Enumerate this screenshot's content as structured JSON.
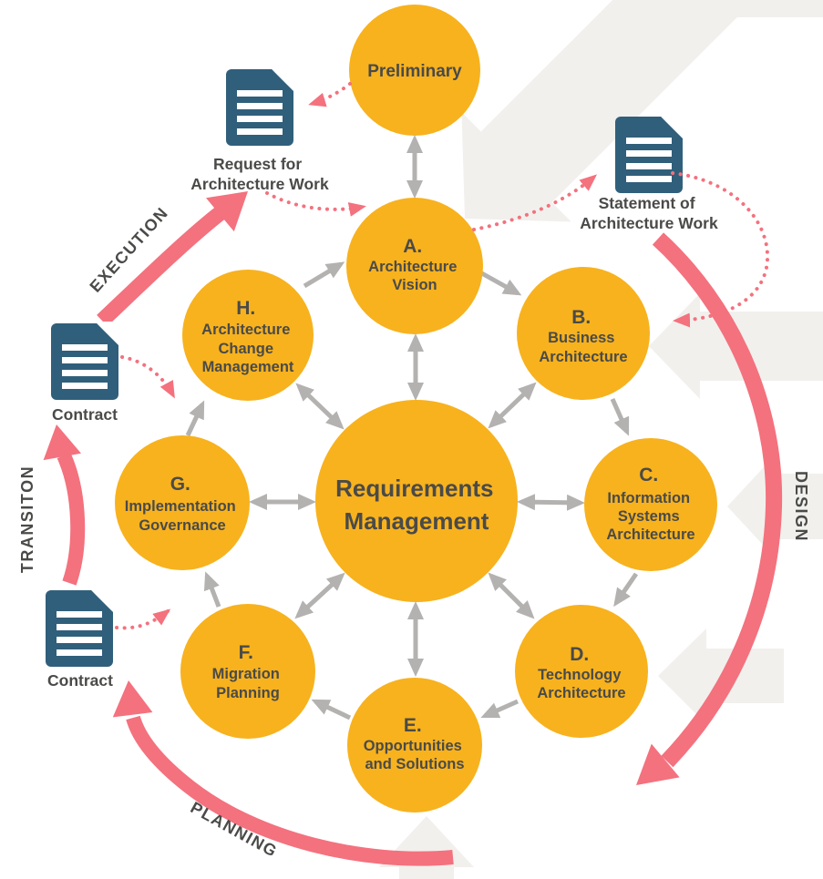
{
  "preliminary": {
    "label": "Preliminary"
  },
  "center": {
    "lines": [
      "Requirements",
      "Management"
    ]
  },
  "phases": {
    "a": {
      "letter": "A.",
      "lines": [
        "Architecture",
        "Vision"
      ]
    },
    "b": {
      "letter": "B.",
      "lines": [
        "Business",
        "Architecture"
      ]
    },
    "c": {
      "letter": "C.",
      "lines": [
        "Information",
        "Systems",
        "Architecture"
      ]
    },
    "d": {
      "letter": "D.",
      "lines": [
        "Technology",
        "Architecture"
      ]
    },
    "e": {
      "letter": "E.",
      "lines": [
        "Opportunities",
        "and Solutions"
      ]
    },
    "f": {
      "letter": "F.",
      "lines": [
        "Migration",
        "Planning"
      ]
    },
    "g": {
      "letter": "G.",
      "lines": [
        "Implementation",
        "Governance"
      ]
    },
    "h": {
      "letter": "H.",
      "lines": [
        "Architecture",
        "Change",
        "Management"
      ]
    }
  },
  "documents": {
    "request": {
      "icon": "document-icon",
      "lines": [
        "Request for",
        "Architecture Work"
      ]
    },
    "statement": {
      "icon": "document-icon",
      "lines": [
        "Statement of",
        "Architecture Work"
      ]
    },
    "contract_upper": {
      "icon": "document-icon",
      "label": "Contract"
    },
    "contract_lower": {
      "icon": "document-icon",
      "label": "Contract"
    }
  },
  "stages": {
    "execution": "EXECUTION",
    "design": "DESIGN",
    "transition": "TRANSITON",
    "planning": "PLANNING"
  },
  "colors": {
    "circle_yellow": "#F7B21E",
    "document_blue": "#305F7B",
    "stage_arrow_pink": "#F4717E",
    "connector_gray": "#B3B2B0",
    "background_arrow_gray": "#F1F0ED",
    "text_dark": "#4A4A48"
  }
}
